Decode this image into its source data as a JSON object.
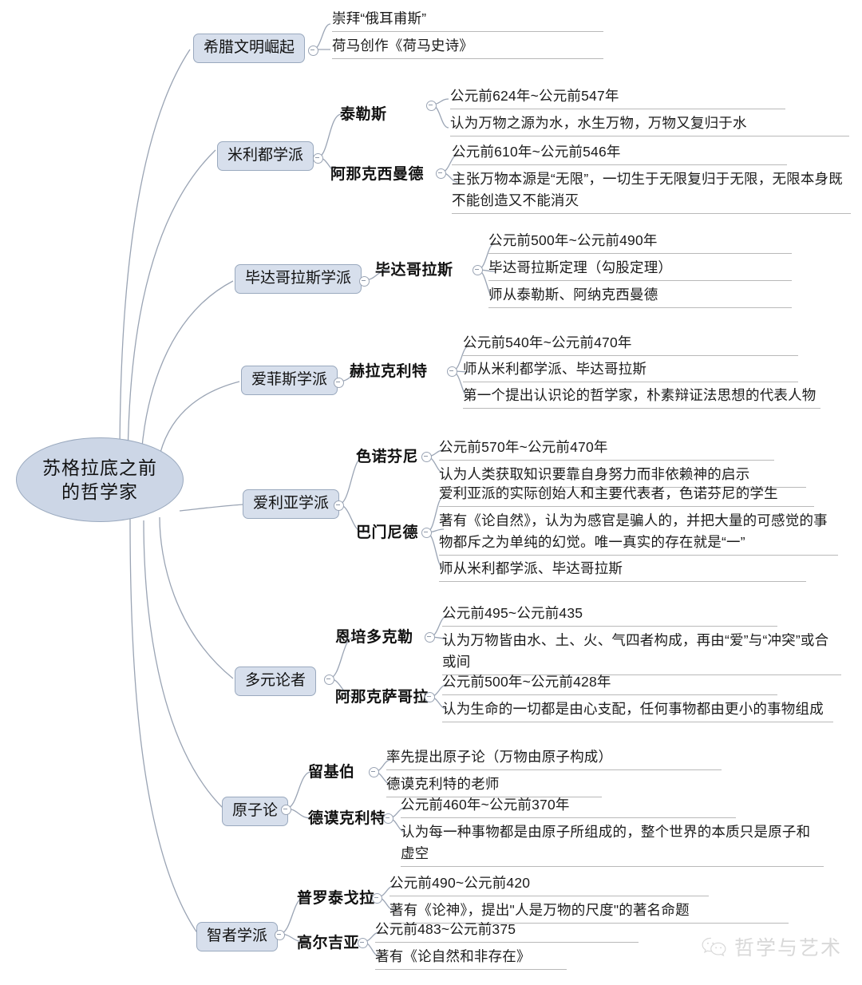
{
  "title": "苏格拉底之前的哲学家 思维导图",
  "colors": {
    "root_fill": "#ccd6e6",
    "node_fill": "#d7dfec",
    "node_border": "#9aa9be",
    "link": "#9aa4b4",
    "text": "#1a1a1a",
    "underline": "#b9b9b9"
  },
  "root": {
    "line1": "苏格拉底之前",
    "line2": "的哲学家"
  },
  "branches": [
    {
      "label": "希腊文明崛起",
      "children": [
        {
          "name": "",
          "leaves": [
            "崇拜“俄耳甫斯”",
            "荷马创作《荷马史诗》"
          ]
        }
      ]
    },
    {
      "label": "米利都学派",
      "children": [
        {
          "name": "泰勒斯",
          "leaves": [
            "公元前624年~公元前547年",
            "认为万物之源为水，水生万物，万物又复归于水"
          ]
        },
        {
          "name": "阿那克西曼德",
          "leaves": [
            "公元前610年~公元前546年",
            "主张万物本源是“无限”，一切生于无限复归于无限，无限本身既不能创造又不能消灭"
          ]
        }
      ]
    },
    {
      "label": "毕达哥拉斯学派",
      "children": [
        {
          "name": "毕达哥拉斯",
          "leaves": [
            "公元前500年~公元前490年",
            "毕达哥拉斯定理（勾股定理）",
            "师从泰勒斯、阿纳克西曼德"
          ]
        }
      ]
    },
    {
      "label": "爱菲斯学派",
      "children": [
        {
          "name": "赫拉克利特",
          "leaves": [
            "公元前540年~公元前470年",
            "师从米利都学派、毕达哥拉斯",
            "第一个提出认识论的哲学家，朴素辩证法思想的代表人物"
          ]
        }
      ]
    },
    {
      "label": "爱利亚学派",
      "children": [
        {
          "name": "色诺芬尼",
          "leaves": [
            "公元前570年~公元前470年",
            "认为人类获取知识要靠自身努力而非依赖神的启示"
          ]
        },
        {
          "name": "巴门尼德",
          "leaves": [
            "爱利亚派的实际创始人和主要代表者，色诺芬尼的学生",
            "著有《论自然》，认为为感官是骗人的，并把大量的可感觉的事物都斥之为单纯的幻觉。唯一真实的存在就是“一”",
            "师从米利都学派、毕达哥拉斯"
          ]
        }
      ]
    },
    {
      "label": "多元论者",
      "children": [
        {
          "name": "恩培多克勒",
          "leaves": [
            "公元前495~公元前435",
            "认为万物皆由水、土、火、气四者构成，再由“爱”与“冲突”或合或间"
          ]
        },
        {
          "name": "阿那克萨哥拉",
          "leaves": [
            "公元前500年~公元前428年",
            "认为生命的一切都是由心支配，任何事物都由更小的事物组成"
          ]
        }
      ]
    },
    {
      "label": "原子论",
      "children": [
        {
          "name": "留基伯",
          "leaves": [
            "率先提出原子论（万物由原子构成）",
            "德谟克利特的老师"
          ]
        },
        {
          "name": "德谟克利特",
          "leaves": [
            "公元前460年~公元前370年",
            "认为每一种事物都是由原子所组成的，整个世界的本质只是原子和虚空"
          ]
        }
      ]
    },
    {
      "label": "智者学派",
      "children": [
        {
          "name": "普罗泰戈拉",
          "leaves": [
            "公元前490~公元前420",
            "著有《论神》，提出\"人是万物的尺度\"的著名命题"
          ]
        },
        {
          "name": "高尔吉亚",
          "leaves": [
            "公元前483~公元前375",
            "著有《论自然和非存在》"
          ]
        }
      ]
    }
  ],
  "watermark": {
    "icon": "wechat-icon",
    "text": "哲学与艺术"
  }
}
